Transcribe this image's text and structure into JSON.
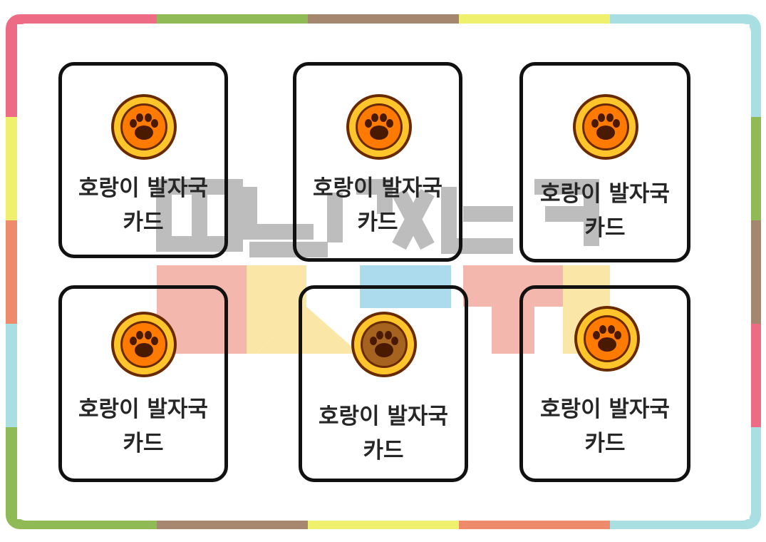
{
  "colors": {
    "frame_segments": [
      "#ee6b86",
      "#8fba56",
      "#a5866e",
      "#eef06e",
      "#a9dfe2",
      "#ef8a6a"
    ],
    "card_border": "#111111",
    "coin_outer": "#ffc52a",
    "coin_inner": "#ff7a00",
    "coin_rim": "#6a2a00",
    "paw": "#4a1a00",
    "watermark_gray": "#b9b9b9",
    "watermark_red": "#f1a093",
    "watermark_yellow": "#f9e08a",
    "watermark_blue": "#8fd0e6"
  },
  "icon": "tiger-paw-coin-icon",
  "cards": [
    {
      "line1": "호랑이 발자국",
      "line2": "카드"
    },
    {
      "line1": "호랑이 발자국",
      "line2": "카드"
    },
    {
      "line1": "호랑이 발자국",
      "line2": "카드"
    },
    {
      "line1": "호랑이 발자국",
      "line2": "카드"
    },
    {
      "line1": "호랑이 발자국",
      "line2": "카드"
    },
    {
      "line1": "호랑이 발자국",
      "line2": "카드"
    }
  ]
}
